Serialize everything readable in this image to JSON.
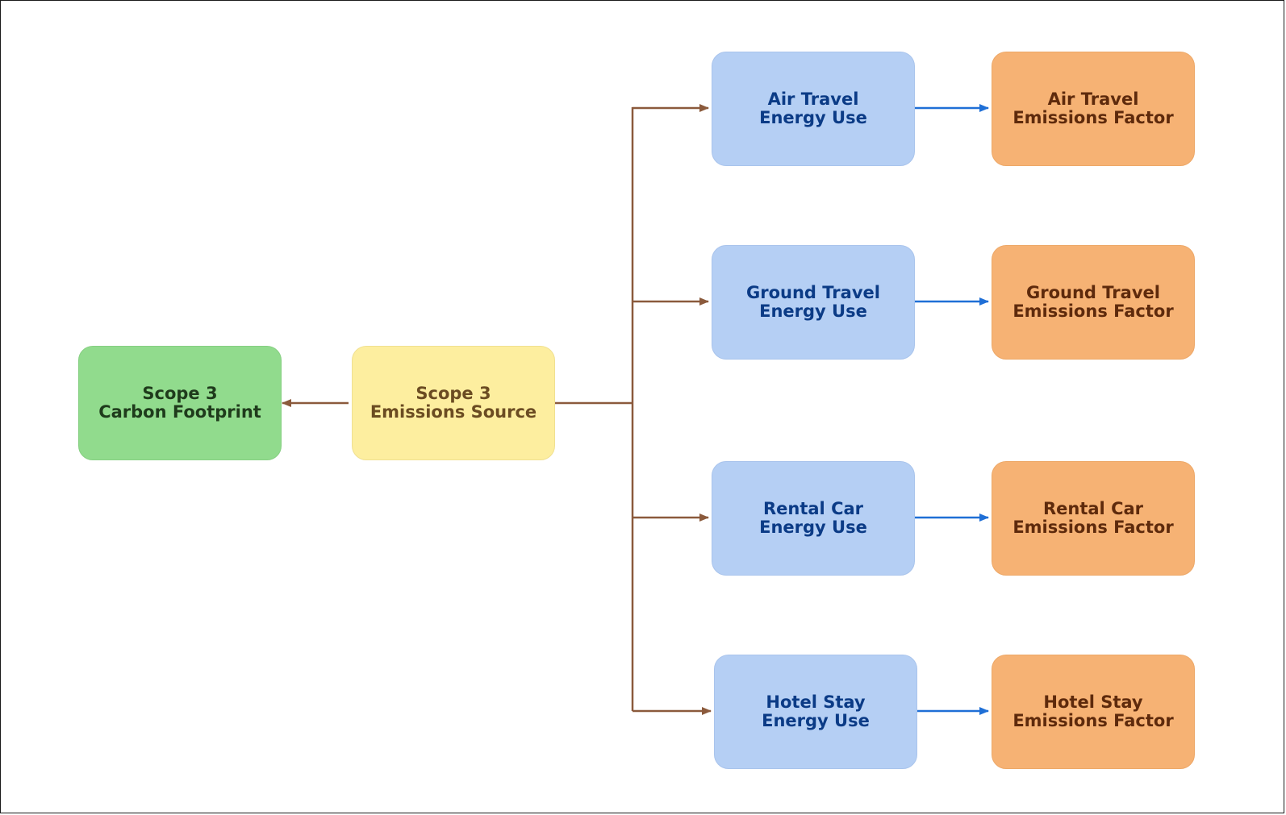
{
  "colors": {
    "scope_footprint": "#91db8d",
    "emissions_source": "#fdee9f",
    "energy_use": "#b5cff4",
    "emissions_factor": "#f6b274",
    "brown_connector": "#8b5a3c",
    "blue_connector": "#1f6fd6"
  },
  "nodes": {
    "footprint": {
      "line1": "Scope 3",
      "line2": "Carbon Footprint"
    },
    "source": {
      "line1": "Scope 3",
      "line2": "Emissions Source"
    },
    "air_use": {
      "line1": "Air Travel",
      "line2": "Energy Use"
    },
    "ground_use": {
      "line1": "Ground Travel",
      "line2": "Energy Use"
    },
    "rental_use": {
      "line1": "Rental Car",
      "line2": "Energy Use"
    },
    "hotel_use": {
      "line1": "Hotel Stay",
      "line2": "Energy Use"
    },
    "air_factor": {
      "line1": "Air Travel",
      "line2": "Emissions Factor"
    },
    "ground_factor": {
      "line1": "Ground Travel",
      "line2": "Emissions Factor"
    },
    "rental_factor": {
      "line1": "Rental Car",
      "line2": "Emissions Factor"
    },
    "hotel_factor": {
      "line1": "Hotel Stay",
      "line2": "Emissions Factor"
    }
  }
}
